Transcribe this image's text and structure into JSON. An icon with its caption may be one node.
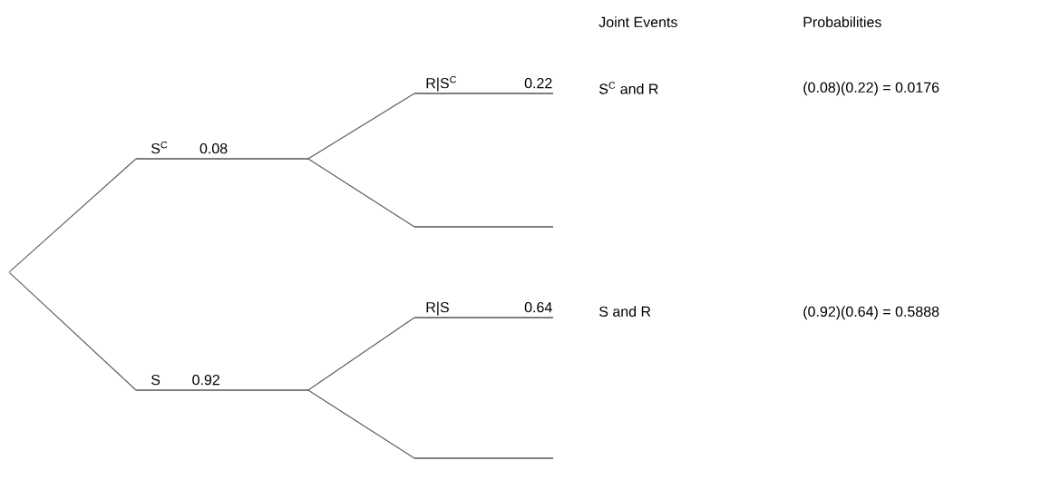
{
  "diagram": {
    "nodes": [
      {
        "text": [],
        "shape": "point"
      },
      {
        "text": [
          "S$^{C}$",
          "0.08"
        ]
      },
      {
        "text": [
          "S",
          "0.92"
        ]
      },
      {
        "text": [
          "R|S$^{C}$",
          "0.22"
        ]
      },
      {
        "text": [],
        "shape": "bar"
      },
      {
        "text": [
          "R|S",
          "0.64"
        ]
      },
      {
        "text": [],
        "shape": "bar"
      }
    ],
    "edges": [
      {
        "from": 0,
        "to": 1,
        "arrow": "none"
      },
      {
        "from": 0,
        "to": 2,
        "arrow": "none"
      },
      {
        "from": 1,
        "to": 3,
        "arrow": "none"
      },
      {
        "from": 1,
        "to": 4,
        "arrow": "none"
      },
      {
        "from": 2,
        "to": 5,
        "arrow": "none"
      },
      {
        "from": 2,
        "to": 6,
        "arrow": "none"
      }
    ],
    "labels": [
      "Joint Events",
      "Probabilities",
      "S$^{C}$ and R",
      "(0.08)(0.22) = 0.0176",
      "S and R",
      "(0.92)(0.64) = 0.5888"
    ]
  }
}
